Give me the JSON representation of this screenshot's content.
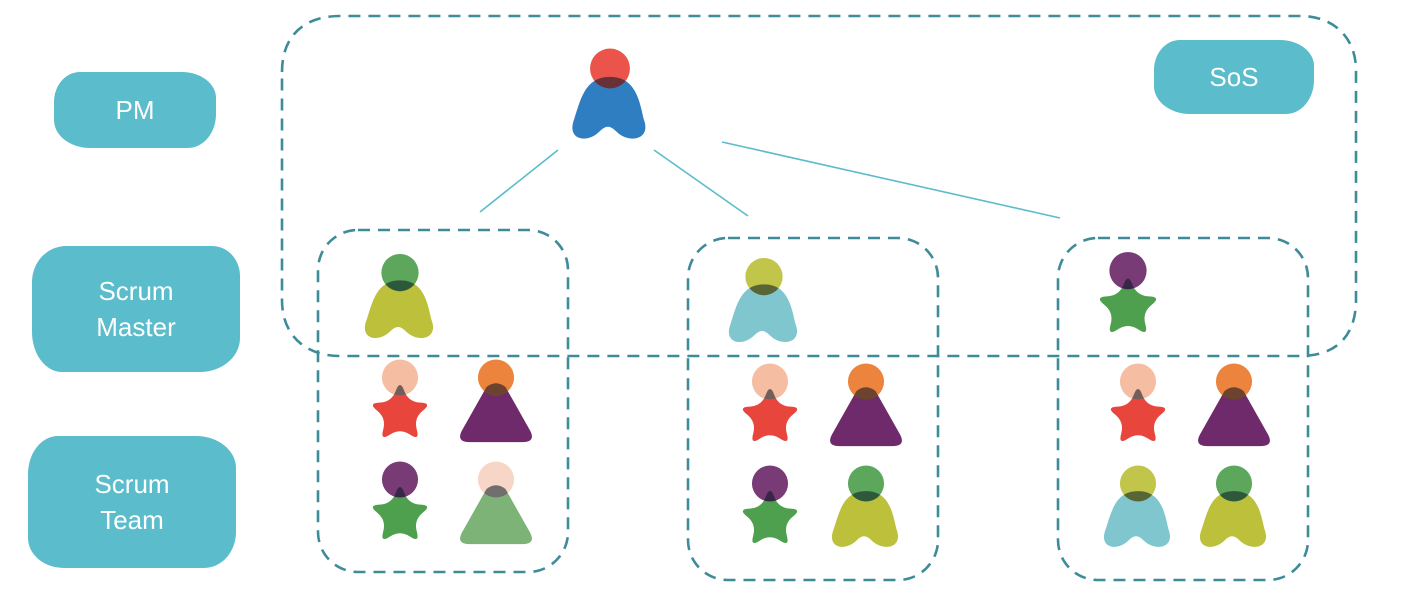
{
  "labels": {
    "pm": "PM",
    "scrum_master": "Scrum\nMaster",
    "scrum_team": "Scrum\nTeam",
    "sos": "SoS"
  },
  "colors": {
    "label_fill": "#5bbccb",
    "dashed_border": "#3e8b99",
    "connector": "#5bbccb",
    "pm_head": "#e8453c",
    "pm_body": "#2f7ec1"
  },
  "people": {
    "pm": [
      {
        "shape": "blob",
        "body": "#2f7ec1",
        "head": "#e8453c"
      }
    ],
    "scrum_masters": [
      {
        "team": 1,
        "shape": "blob",
        "body": "#bcc03a",
        "head": "#4ea04e"
      },
      {
        "team": 2,
        "shape": "blob",
        "body": "#7fc6cf",
        "head": "#bcc03a"
      },
      {
        "team": 3,
        "shape": "star",
        "body": "#4ea04e",
        "head": "#6e2a6a"
      }
    ],
    "teams": [
      [
        {
          "shape": "star",
          "body": "#e8453c",
          "head": "#f4b79a"
        },
        {
          "shape": "triangle",
          "body": "#6e2a6a",
          "head": "#ea7a2e"
        },
        {
          "shape": "star",
          "body": "#4ea04e",
          "head": "#6e2a6a"
        },
        {
          "shape": "triangle",
          "body": "#7db377",
          "head": "#f6d3c2"
        }
      ],
      [
        {
          "shape": "star",
          "body": "#e8453c",
          "head": "#f4b79a"
        },
        {
          "shape": "triangle",
          "body": "#6e2a6a",
          "head": "#ea7a2e"
        },
        {
          "shape": "star",
          "body": "#4ea04e",
          "head": "#6e2a6a"
        },
        {
          "shape": "blob",
          "body": "#bcc03a",
          "head": "#4ea04e"
        }
      ],
      [
        {
          "shape": "star",
          "body": "#e8453c",
          "head": "#f4b79a"
        },
        {
          "shape": "triangle",
          "body": "#6e2a6a",
          "head": "#ea7a2e"
        },
        {
          "shape": "blob",
          "body": "#7fc6cf",
          "head": "#bcc03a"
        },
        {
          "shape": "blob",
          "body": "#bcc03a",
          "head": "#4ea04e"
        }
      ]
    ]
  }
}
